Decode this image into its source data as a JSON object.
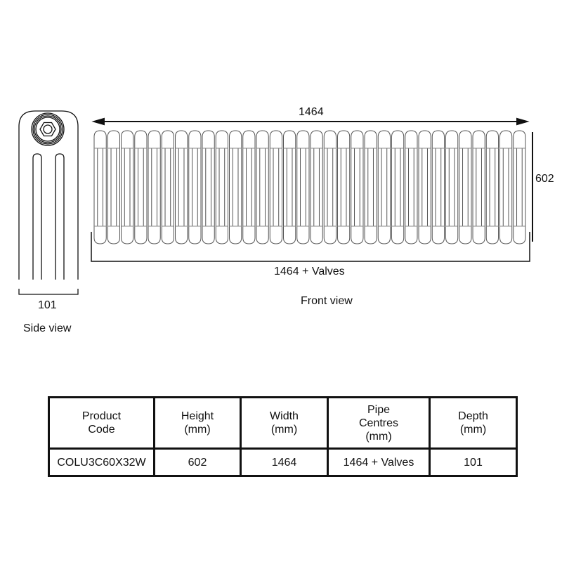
{
  "side_view": {
    "depth_dimension": "101",
    "caption": "Side view"
  },
  "front_view": {
    "width_dimension": "1464",
    "height_dimension": "602",
    "pipe_centres_dimension": "1464 + Valves",
    "caption": "Front view",
    "section_count": 32
  },
  "spec_table": {
    "headers": [
      {
        "lines": [
          "Product",
          "Code"
        ]
      },
      {
        "lines": [
          "Height",
          "(mm)"
        ]
      },
      {
        "lines": [
          "Width",
          "(mm)"
        ]
      },
      {
        "lines": [
          "Pipe",
          "Centres",
          "(mm)"
        ]
      },
      {
        "lines": [
          "Depth",
          "(mm)"
        ]
      }
    ],
    "rows": [
      [
        "COLU3C60X32W",
        "602",
        "1464",
        "1464 + Valves",
        "101"
      ]
    ]
  },
  "colors": {
    "line": "#111111",
    "background": "#ffffff"
  }
}
